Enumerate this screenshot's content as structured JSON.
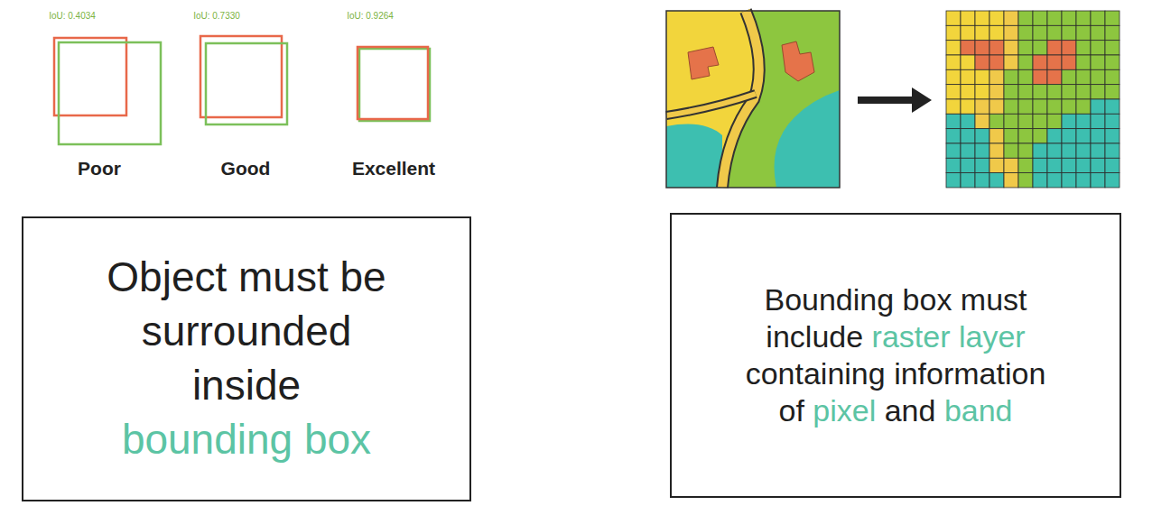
{
  "diagram": {
    "nodes": [
      {
        "text": [
          "Object must be surrounded inside",
          "bounding box"
        ]
      },
      {
        "text": [
          "Bounding box must include",
          "raster layer",
          "containing information of",
          "pixel",
          "and",
          "band"
        ]
      }
    ],
    "labels": [
      "IoU: 0.4034",
      "IoU: 0.7330",
      "IoU: 0.9264",
      "Poor",
      "Good",
      "Excellent"
    ]
  }
}
